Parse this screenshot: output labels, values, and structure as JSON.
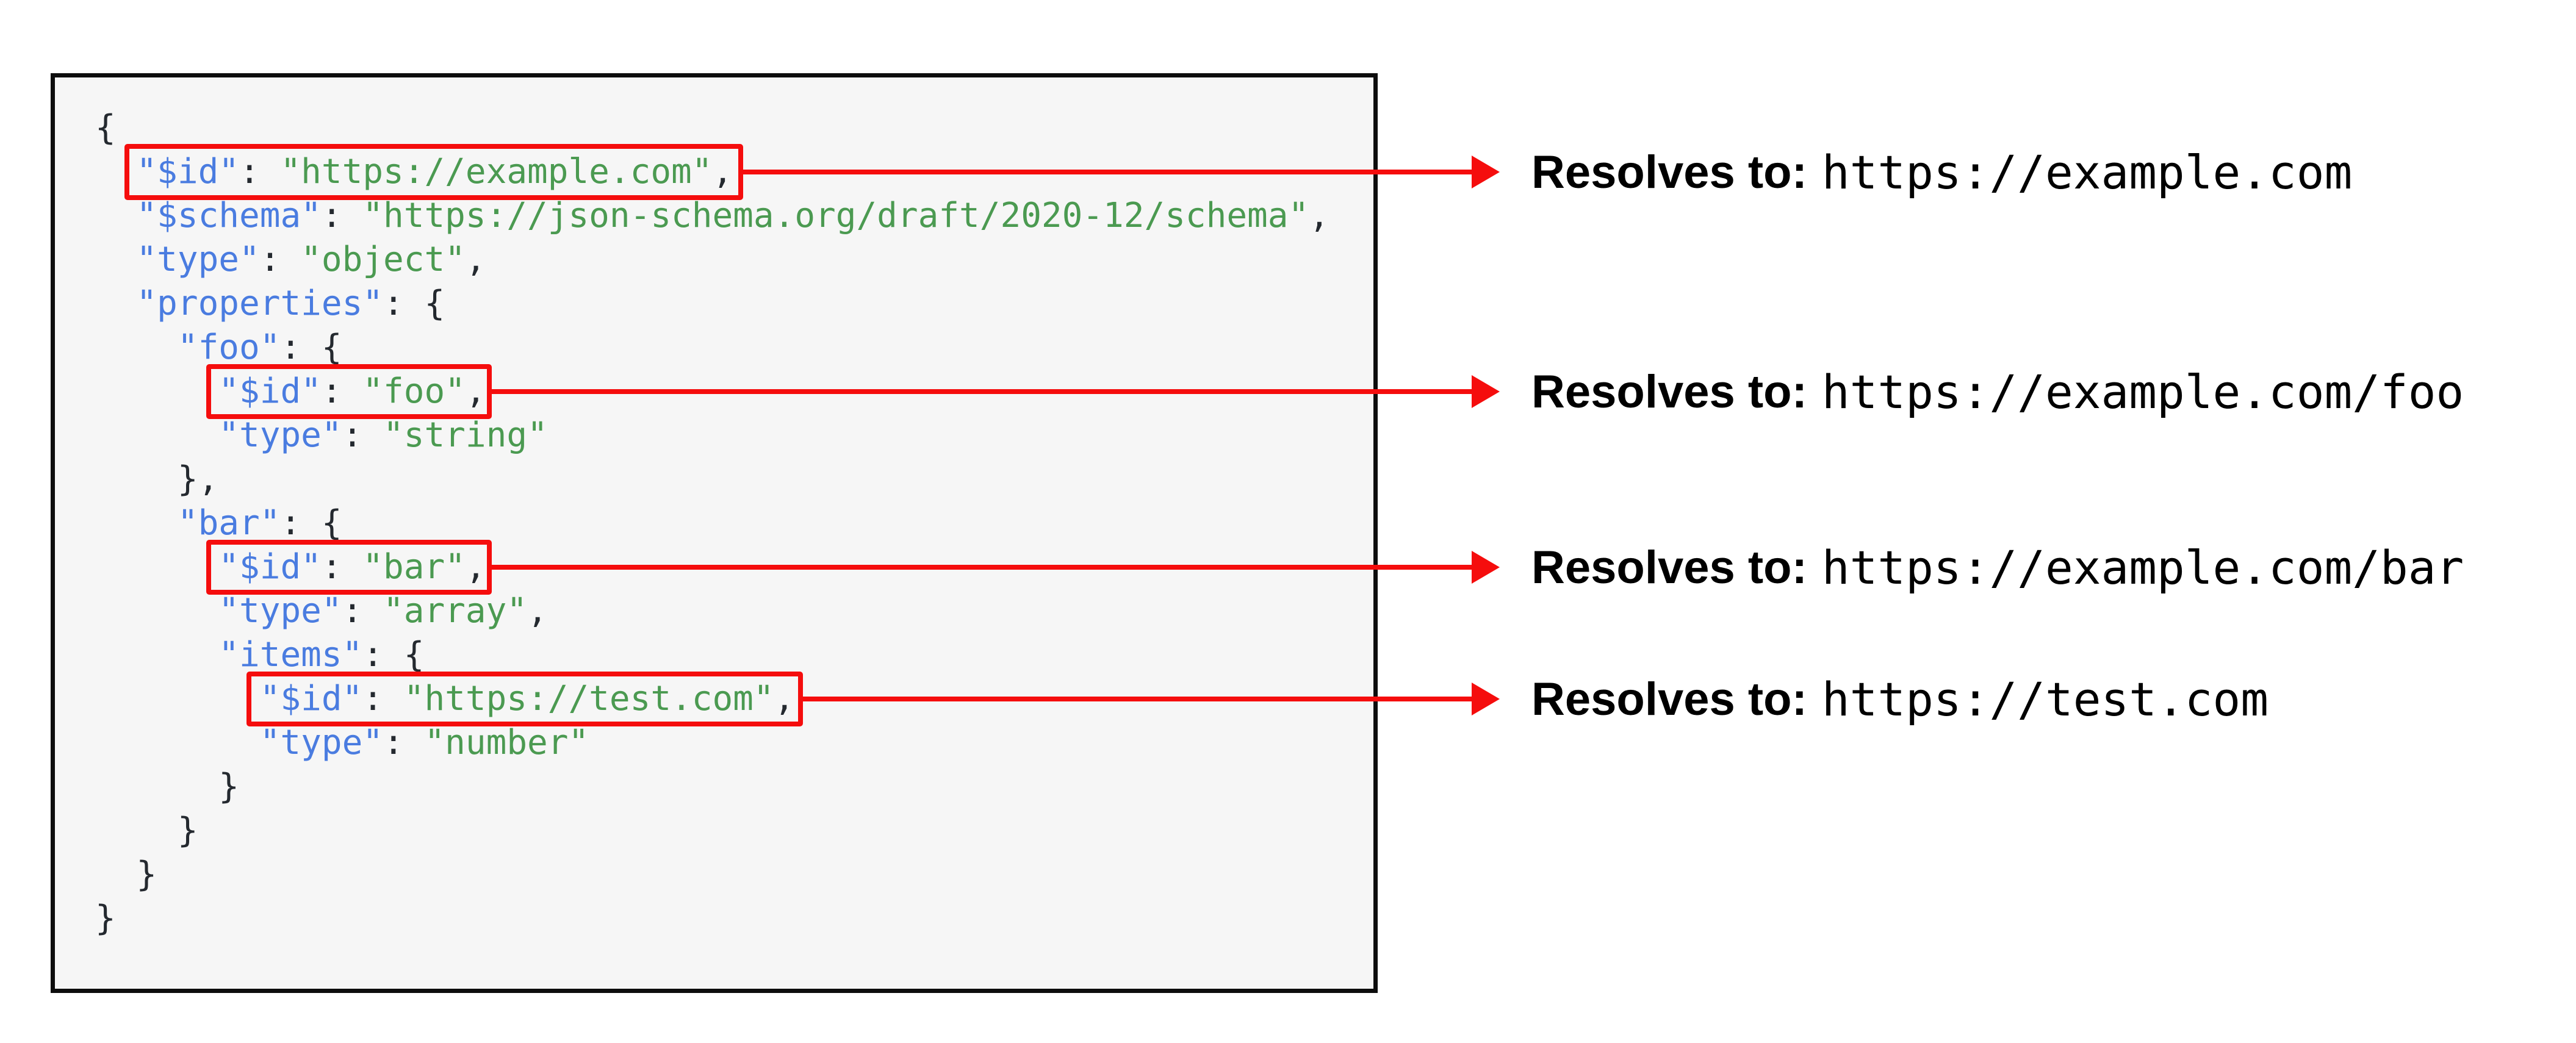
{
  "figure": {
    "description_colors": {
      "key_blue": "#4a7ce0",
      "string_green": "#4b9a51",
      "punct_dark": "#24292f",
      "highlight_red": "#f50d0d",
      "code_bg": "#f6f6f6",
      "box_border": "#0d0d0d"
    },
    "code": {
      "lines": [
        {
          "highlighted": false,
          "segments": [
            {
              "t": "pun",
              "v": "{"
            }
          ]
        },
        {
          "highlighted": true,
          "segments": [
            {
              "t": "pun",
              "v": "  "
            },
            {
              "t": "key",
              "v": "\"$id\""
            },
            {
              "t": "pun",
              "v": ": "
            },
            {
              "t": "str",
              "v": "\"https://example.com\""
            },
            {
              "t": "pun",
              "v": ","
            }
          ]
        },
        {
          "highlighted": false,
          "segments": [
            {
              "t": "pun",
              "v": "  "
            },
            {
              "t": "key",
              "v": "\"$schema\""
            },
            {
              "t": "pun",
              "v": ": "
            },
            {
              "t": "str",
              "v": "\"https://json-schema.org/draft/2020-12/schema\""
            },
            {
              "t": "pun",
              "v": ","
            }
          ]
        },
        {
          "highlighted": false,
          "segments": [
            {
              "t": "pun",
              "v": "  "
            },
            {
              "t": "key",
              "v": "\"type\""
            },
            {
              "t": "pun",
              "v": ": "
            },
            {
              "t": "str",
              "v": "\"object\""
            },
            {
              "t": "pun",
              "v": ","
            }
          ]
        },
        {
          "highlighted": false,
          "segments": [
            {
              "t": "pun",
              "v": "  "
            },
            {
              "t": "key",
              "v": "\"properties\""
            },
            {
              "t": "pun",
              "v": ": {"
            }
          ]
        },
        {
          "highlighted": false,
          "segments": [
            {
              "t": "pun",
              "v": "    "
            },
            {
              "t": "key",
              "v": "\"foo\""
            },
            {
              "t": "pun",
              "v": ": {"
            }
          ]
        },
        {
          "highlighted": true,
          "segments": [
            {
              "t": "pun",
              "v": "      "
            },
            {
              "t": "key",
              "v": "\"$id\""
            },
            {
              "t": "pun",
              "v": ": "
            },
            {
              "t": "str",
              "v": "\"foo\""
            },
            {
              "t": "pun",
              "v": ","
            }
          ]
        },
        {
          "highlighted": false,
          "segments": [
            {
              "t": "pun",
              "v": "      "
            },
            {
              "t": "key",
              "v": "\"type\""
            },
            {
              "t": "pun",
              "v": ": "
            },
            {
              "t": "str",
              "v": "\"string\""
            }
          ]
        },
        {
          "highlighted": false,
          "segments": [
            {
              "t": "pun",
              "v": "    },"
            }
          ]
        },
        {
          "highlighted": false,
          "segments": [
            {
              "t": "pun",
              "v": "    "
            },
            {
              "t": "key",
              "v": "\"bar\""
            },
            {
              "t": "pun",
              "v": ": {"
            }
          ]
        },
        {
          "highlighted": true,
          "segments": [
            {
              "t": "pun",
              "v": "      "
            },
            {
              "t": "key",
              "v": "\"$id\""
            },
            {
              "t": "pun",
              "v": ": "
            },
            {
              "t": "str",
              "v": "\"bar\""
            },
            {
              "t": "pun",
              "v": ","
            }
          ]
        },
        {
          "highlighted": false,
          "segments": [
            {
              "t": "pun",
              "v": "      "
            },
            {
              "t": "key",
              "v": "\"type\""
            },
            {
              "t": "pun",
              "v": ": "
            },
            {
              "t": "str",
              "v": "\"array\""
            },
            {
              "t": "pun",
              "v": ","
            }
          ]
        },
        {
          "highlighted": false,
          "segments": [
            {
              "t": "pun",
              "v": "      "
            },
            {
              "t": "key",
              "v": "\"items\""
            },
            {
              "t": "pun",
              "v": ": {"
            }
          ]
        },
        {
          "highlighted": true,
          "segments": [
            {
              "t": "pun",
              "v": "        "
            },
            {
              "t": "key",
              "v": "\"$id\""
            },
            {
              "t": "pun",
              "v": ": "
            },
            {
              "t": "str",
              "v": "\"https://test.com\""
            },
            {
              "t": "pun",
              "v": ","
            }
          ]
        },
        {
          "highlighted": false,
          "segments": [
            {
              "t": "pun",
              "v": "        "
            },
            {
              "t": "key",
              "v": "\"type\""
            },
            {
              "t": "pun",
              "v": ": "
            },
            {
              "t": "str",
              "v": "\"number\""
            }
          ]
        },
        {
          "highlighted": false,
          "segments": [
            {
              "t": "pun",
              "v": "      }"
            }
          ]
        },
        {
          "highlighted": false,
          "segments": [
            {
              "t": "pun",
              "v": "    }"
            }
          ]
        },
        {
          "highlighted": false,
          "segments": [
            {
              "t": "pun",
              "v": "  }"
            }
          ]
        },
        {
          "highlighted": false,
          "segments": [
            {
              "t": "pun",
              "v": "}"
            }
          ]
        }
      ]
    },
    "annotations": [
      {
        "label": "Resolves to:",
        "value": "https://example.com"
      },
      {
        "label": "Resolves to:",
        "value": "https://example.com/foo"
      },
      {
        "label": "Resolves to:",
        "value": "https://example.com/bar"
      },
      {
        "label": "Resolves to:",
        "value": "https://test.com"
      }
    ]
  }
}
